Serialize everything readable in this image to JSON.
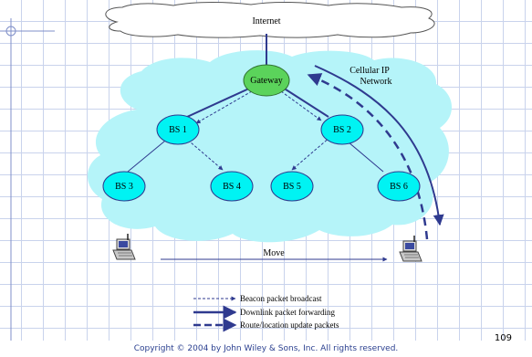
{
  "nodes": {
    "internet": "Internet",
    "gateway": "Gateway",
    "bs1": "BS 1",
    "bs2": "BS 2",
    "bs3": "BS 3",
    "bs4": "BS 4",
    "bs5": "BS 5",
    "bs6": "BS 6"
  },
  "network_label": [
    "Cellular IP",
    "Network"
  ],
  "move_label": "Move",
  "legend": {
    "beacon": "Beacon packet broadcast",
    "downlink": "Downlink packet forwarding",
    "route_update": "Route/location update packets"
  },
  "page_number": "109",
  "copyright": "Copyright © 2004 by John Wiley & Sons, Inc. All rights reserved.",
  "colors": {
    "cloud": "#b5f4f9",
    "node": "#00f3f3",
    "gateway": "#5bd35b",
    "line": "#2f3a8f"
  }
}
